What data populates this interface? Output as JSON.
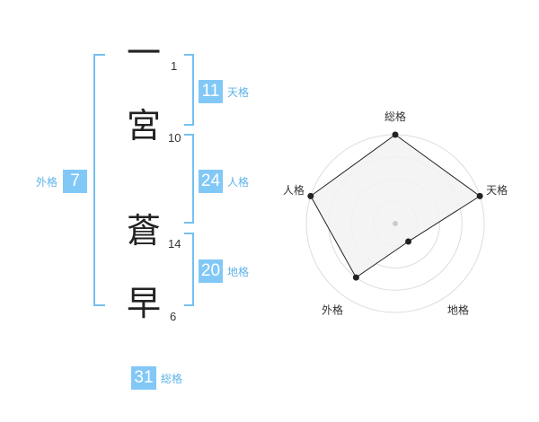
{
  "name": {
    "chars": [
      {
        "char": "一",
        "strokes": "1"
      },
      {
        "char": "宮",
        "strokes": "10"
      },
      {
        "char": "蒼",
        "strokes": "14"
      },
      {
        "char": "早",
        "strokes": "6"
      }
    ]
  },
  "scores": {
    "tenkaku": {
      "value": "11",
      "label": "天格"
    },
    "jinkaku": {
      "value": "24",
      "label": "人格"
    },
    "chikaku": {
      "value": "20",
      "label": "地格"
    },
    "gaikaku": {
      "value": "7",
      "label": "外格"
    },
    "soukaku": {
      "value": "31",
      "label": "総格"
    }
  },
  "colors": {
    "accent": "#82c8f7",
    "accent_text": "#5fb3e8",
    "bracket": "#74c0f2",
    "radar_fill": "#f2f2f2",
    "radar_ring": "#dddddd"
  },
  "chart_data": {
    "type": "radar",
    "axes": [
      "総格",
      "天格",
      "地格",
      "外格",
      "人格"
    ],
    "values": [
      4,
      4,
      1,
      3,
      4
    ],
    "scale_max": 4,
    "rings": 4
  }
}
